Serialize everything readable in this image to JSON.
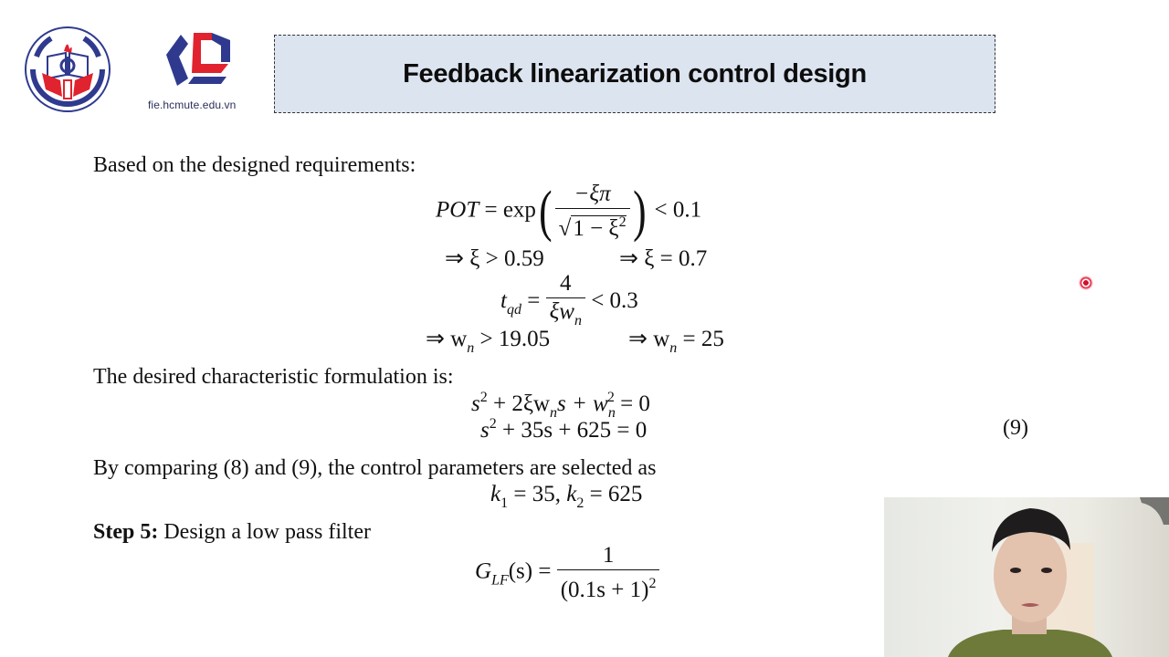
{
  "header": {
    "logo_left": "university-emblem",
    "logo_right": "faculty-logo",
    "logo_right_url": "fie.hcmute.edu.vn",
    "title": "Feedback linearization control design"
  },
  "slide": {
    "intro": "Based on the designed requirements:",
    "pot_eq": {
      "lhs": "POT",
      "op": "= exp",
      "num": "−ξπ",
      "den": "1 − ξ",
      "den_sup": "2",
      "rhs": "< 0.1"
    },
    "xi_line": {
      "left": "⇒ ξ > 0.59",
      "right": "⇒ ξ = 0.7"
    },
    "tqd_eq": {
      "lhs": "t",
      "lhs_sub": "qd",
      "op": "=",
      "num": "4",
      "den": "ξw",
      "den_sub": "n",
      "rhs": "< 0.3"
    },
    "wn_line": {
      "left_pre": "⇒ w",
      "left_sub": "n",
      "left_post": " > 19.05",
      "right_pre": "⇒ w",
      "right_sub": "n",
      "right_post": " = 25"
    },
    "char_intro": "The desired characteristic formulation is:",
    "char_eq1": {
      "a": "s",
      "a_sup": "2",
      "b": " + 2ξw",
      "b_sub": "n",
      "c": "s + w",
      "c_sub": "n",
      "c_sup": "2",
      "d": " = 0"
    },
    "char_eq2": {
      "a": "s",
      "a_sup": "2",
      "b": " + 35s + 625 = 0"
    },
    "eq_number": "(9)",
    "compare_text": "By comparing (8) and (9), the control parameters are selected as",
    "k_eq": {
      "k1": "k",
      "k1_sub": "1",
      "k1_val": " = 35, ",
      "k2": "k",
      "k2_sub": "2",
      "k2_val": " = 625"
    },
    "step5_label": "Step 5:",
    "step5_text": " Design a low pass filter",
    "glf_eq": {
      "lhs": "G",
      "lhs_sub": "LF",
      "arg": "(s) =",
      "num": "1",
      "den": "(0.1s + 1)",
      "den_sup": "2"
    }
  },
  "overlay": {
    "pointer": "laser-pointer",
    "webcam": "presenter-webcam"
  },
  "colors": {
    "title_bg": "#dce4f0",
    "logo_blue": "#2f3a8f",
    "logo_red": "#e0232e",
    "pointer": "#d0102a"
  }
}
